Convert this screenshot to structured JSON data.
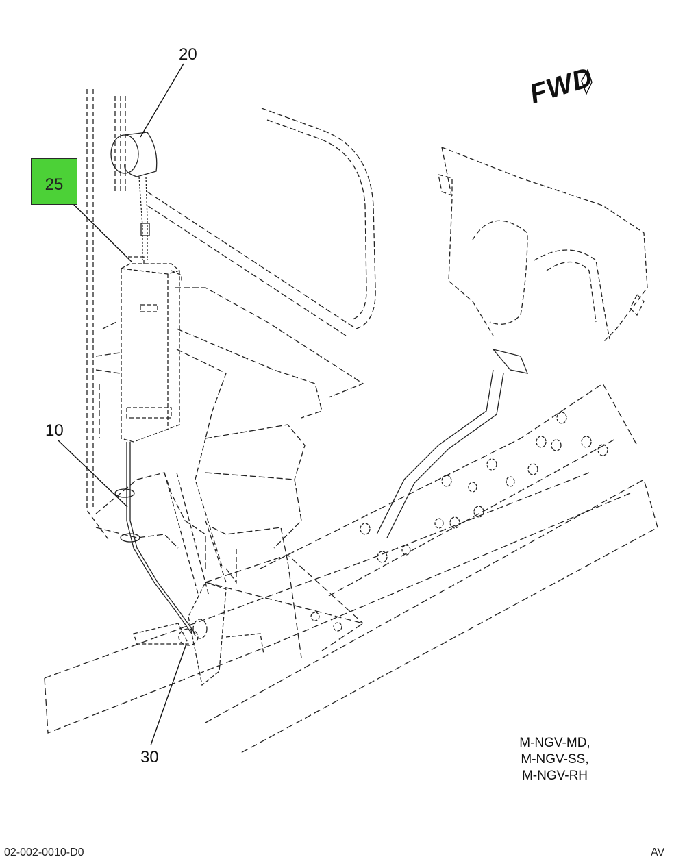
{
  "callouts": {
    "c20": "20",
    "c25": "25",
    "c10": "10",
    "c30": "30"
  },
  "highlight": {
    "callout": "25",
    "color": "#4cd137"
  },
  "direction_label": "FWD",
  "model_codes": [
    "M-NGV-MD,",
    "M-NGV-SS,",
    "M-NGV-RH"
  ],
  "footer": {
    "left": "02-002-0010-D0",
    "right": "AV"
  }
}
